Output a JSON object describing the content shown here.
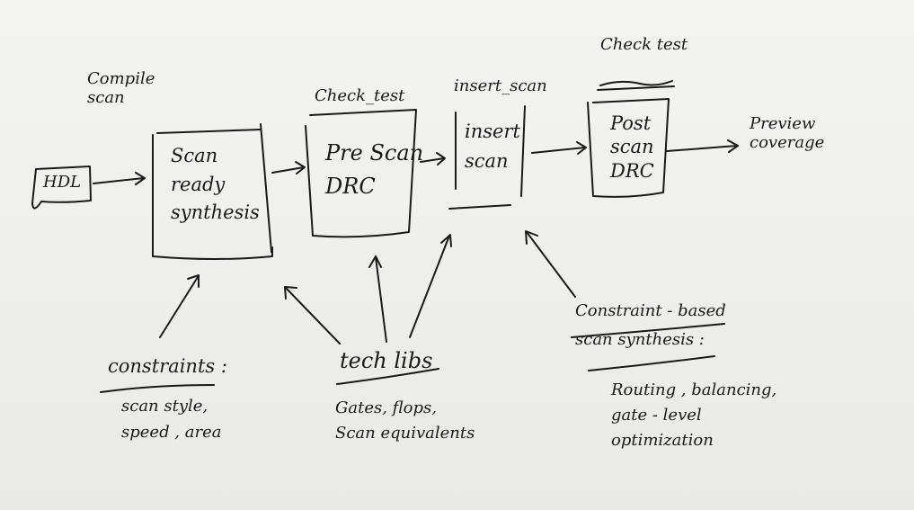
{
  "labels": {
    "compile_scan": "Compile\nscan",
    "hdl": "HDL",
    "scan_ready_synthesis": "Scan\nready\nsynthesis",
    "check_test_1": "Check_test",
    "pre_scan_drc": "Pre Scan\nDRC",
    "insert_scan_cmd": "insert_scan",
    "insert_scan_box": "insert\nscan",
    "check_test_2": "Check test",
    "post_scan_drc": "Post\nscan\nDRC",
    "preview_coverage": "Preview\ncoverage",
    "constraints_title": "constraints :",
    "constraints_body": "scan style,\nspeed , area",
    "tech_libs_title": "tech libs",
    "tech_libs_body": "Gates, flops,\nScan equivalents",
    "constraint_scan_title": "Constraint - based\nscan synthesis :",
    "constraint_scan_body": "Routing , balancing,\ngate - level\noptimization"
  }
}
